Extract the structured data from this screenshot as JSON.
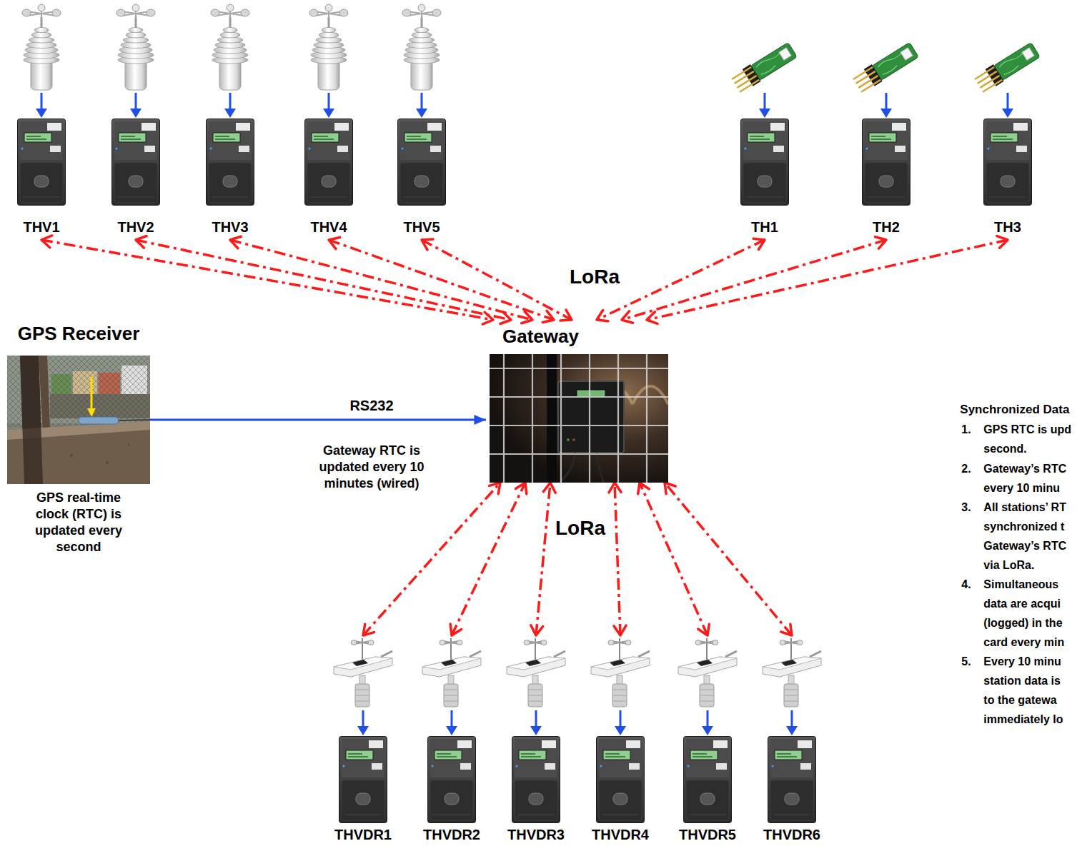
{
  "diagram": {
    "nodes": [
      {
        "text": [
          "THV1"
        ]
      },
      {
        "text": [
          "THV2"
        ]
      },
      {
        "text": [
          "THV3"
        ]
      },
      {
        "text": [
          "THV4"
        ]
      },
      {
        "text": [
          "THV5"
        ]
      },
      {
        "text": [
          "TH1"
        ]
      },
      {
        "text": [
          "TH2"
        ]
      },
      {
        "text": [
          "TH3"
        ]
      },
      {
        "text": [
          "GPS Receiver",
          "GPS real-time clock (RTC) is updated every second"
        ]
      },
      {
        "text": [
          "Gateway"
        ]
      },
      {
        "text": [
          "THVDR1"
        ]
      },
      {
        "text": [
          "THVDR2"
        ]
      },
      {
        "text": [
          "THVDR3"
        ]
      },
      {
        "text": [
          "THVDR4"
        ]
      },
      {
        "text": [
          "THVDR5"
        ]
      },
      {
        "text": [
          "THVDR6"
        ]
      }
    ],
    "edges": [
      {
        "from": 0,
        "to": 9,
        "arrow": "both"
      },
      {
        "from": 1,
        "to": 9,
        "arrow": "both"
      },
      {
        "from": 2,
        "to": 9,
        "arrow": "both"
      },
      {
        "from": 3,
        "to": 9,
        "arrow": "both"
      },
      {
        "from": 4,
        "to": 9,
        "arrow": "both"
      },
      {
        "from": 5,
        "to": 9,
        "arrow": "both"
      },
      {
        "from": 6,
        "to": 9,
        "arrow": "both"
      },
      {
        "from": 7,
        "to": 9,
        "arrow": "both"
      },
      {
        "from": 8,
        "to": 9,
        "arrow": "to",
        "label": "RS232"
      },
      {
        "from": 10,
        "to": 9,
        "arrow": "both"
      },
      {
        "from": 11,
        "to": 9,
        "arrow": "both"
      },
      {
        "from": 12,
        "to": 9,
        "arrow": "both"
      },
      {
        "from": 13,
        "to": 9,
        "arrow": "both"
      },
      {
        "from": 14,
        "to": 9,
        "arrow": "both"
      },
      {
        "from": 15,
        "to": 9,
        "arrow": "both"
      }
    ],
    "labels": [
      "LoRa",
      "LoRa",
      "Gateway RTC is updated every 10 minutes (wired)",
      "Synchronized Data",
      "1.",
      "GPS RTC is upd",
      "second.",
      "2.",
      "Gateway’s RTC",
      "every 10 minu",
      "3.",
      "All stations’ RT",
      "synchronized t",
      "Gateway’s RTC",
      "via LoRa.",
      "4.",
      "Simultaneous",
      "data are acqui",
      "(logged) in the",
      "card every min",
      "5.",
      "Every 10 minu",
      "station data is",
      "to the gatewa",
      "immediately lo"
    ]
  }
}
